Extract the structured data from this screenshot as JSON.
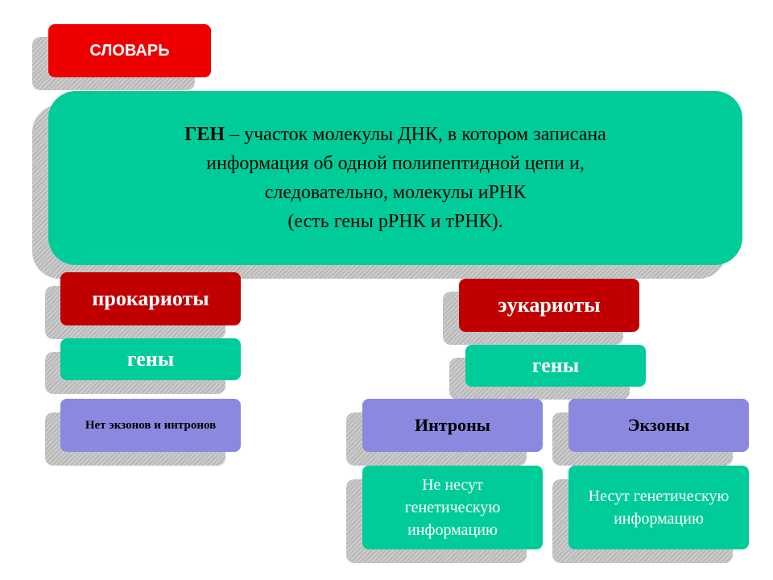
{
  "vocab_label": "СЛОВАРЬ",
  "definition": {
    "term": "ГЕН",
    "line1_rest": " – участок молекулы ДНК, в котором записана",
    "line2": "информация об одной полипептидной цепи и,",
    "line3": "следовательно, молекулы иРНК",
    "line4": "(есть гены рРНК и тРНК)."
  },
  "prokaryotes": {
    "title": "прокариоты",
    "genes": "гены",
    "note": "Нет экзонов и интронов"
  },
  "eukaryotes": {
    "title": "эукариоты",
    "genes": "гены",
    "introns": {
      "title": "Интроны",
      "desc": "Не несут генетическую информацию"
    },
    "exons": {
      "title": "Экзоны",
      "desc": "Несут генетическую информацию"
    }
  },
  "colors": {
    "red": "#ee0000",
    "dark_red": "#c00000",
    "green": "#00cc99",
    "violet": "#8b88e0",
    "shadow": "#c0c0c0"
  }
}
